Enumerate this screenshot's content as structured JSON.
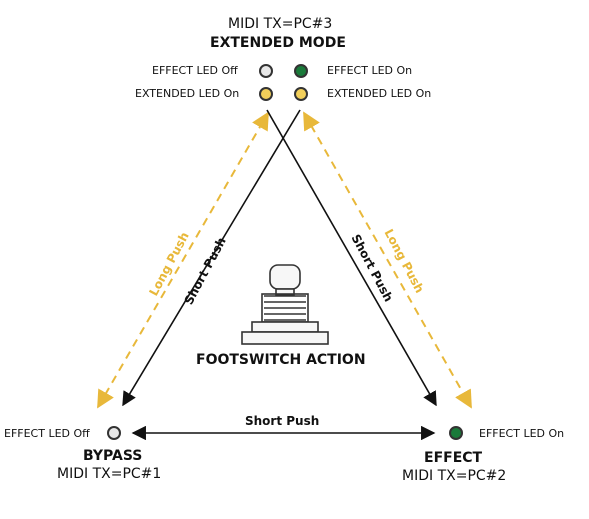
{
  "colors": {
    "led_off": "#e8e8e8",
    "led_effect_on": "#1a7a3a",
    "led_extended_on": "#f2cf5a",
    "long_push": "#e8b83a",
    "short_push": "#111111"
  },
  "extended": {
    "midi": "MIDI TX=PC#3",
    "title": "EXTENDED MODE",
    "left_led_top": "EFFECT LED Off",
    "left_led_bottom": "EXTENDED LED On",
    "right_led_top": "EFFECT LED On",
    "right_led_bottom": "EXTENDED LED On"
  },
  "bypass": {
    "led_label": "EFFECT LED Off",
    "title": "BYPASS",
    "midi": "MIDI TX=PC#1"
  },
  "effect": {
    "led_label": "EFFECT LED On",
    "title": "EFFECT",
    "midi": "MIDI TX=PC#2"
  },
  "center": {
    "icon": "footswitch-icon",
    "title": "FOOTSWITCH ACTION"
  },
  "arrows": {
    "long_push_left": "Long Push",
    "long_push_right": "Long Push",
    "short_push_left": "Short Push",
    "short_push_right": "Short Push",
    "short_push_bottom": "Short Push"
  }
}
